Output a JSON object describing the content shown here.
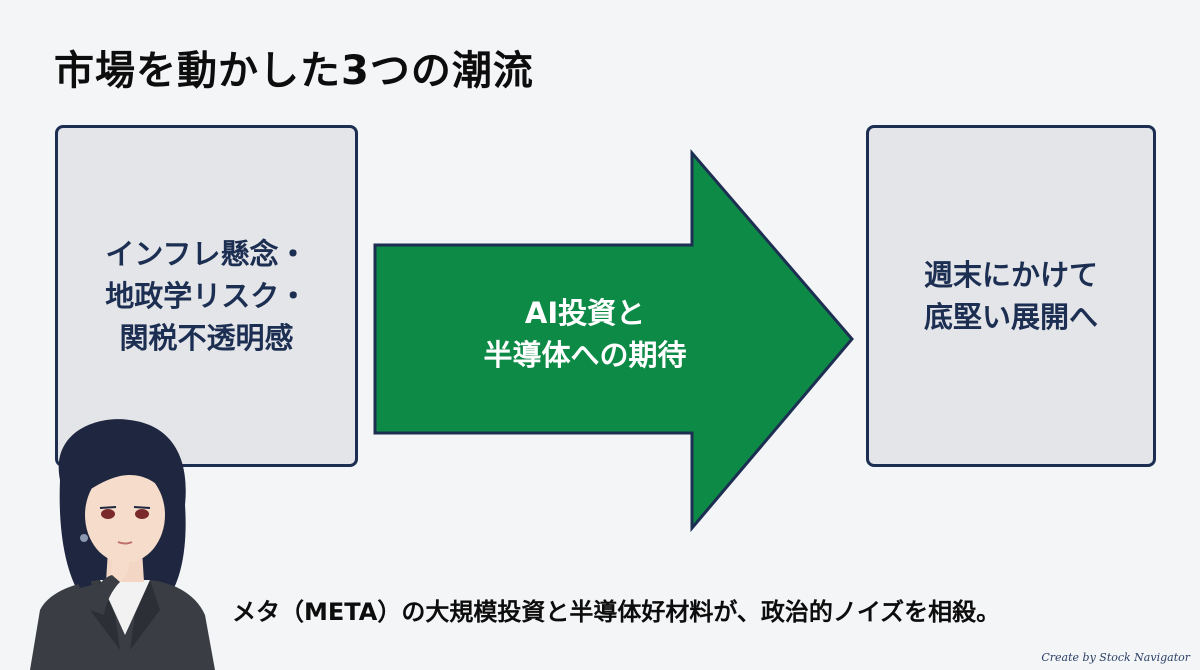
{
  "title": "市場を動かした3つの潮流",
  "left_box": {
    "lines": [
      "インフレ懸念・",
      "地政学リスク・",
      "関税不透明感"
    ]
  },
  "arrow": {
    "lines": [
      "AI投資と",
      "半導体への期待"
    ],
    "color": "#0e8a47",
    "outline": "#1c2f52"
  },
  "right_box": {
    "lines": [
      "週末にかけて",
      "底堅い展開へ"
    ]
  },
  "caption": "メタ（META）の大規模投資と半導体好材料が、政治的ノイズを相殺。",
  "credit": "Create by Stock Navigator",
  "colors": {
    "background": "#f4f5f7",
    "box_fill": "#e4e5e8",
    "box_border": "#1c2f52",
    "box_text": "#1c2f52",
    "arrow_fill": "#0e8a47",
    "arrow_text": "#ffffff"
  },
  "avatar": {
    "icon": "businesswoman-avatar-icon"
  }
}
